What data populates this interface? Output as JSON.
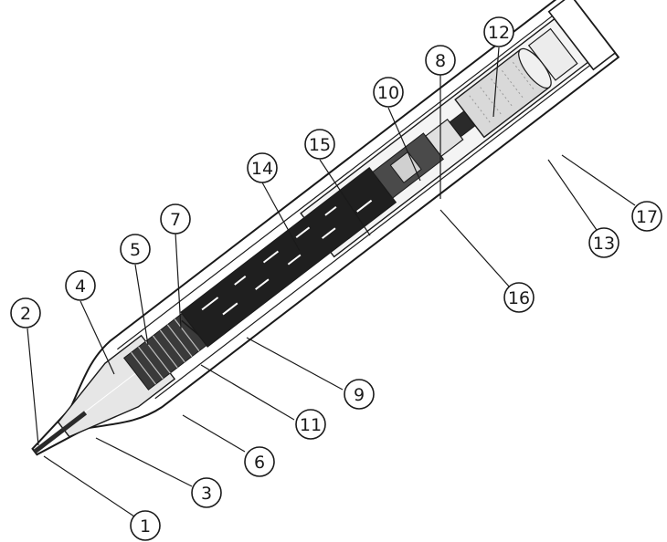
{
  "callouts": [
    {
      "id": 1,
      "label": "1"
    },
    {
      "id": 2,
      "label": "2"
    },
    {
      "id": 3,
      "label": "3"
    },
    {
      "id": 4,
      "label": "4"
    },
    {
      "id": 5,
      "label": "5"
    },
    {
      "id": 6,
      "label": "6"
    },
    {
      "id": 7,
      "label": "7"
    },
    {
      "id": 8,
      "label": "8"
    },
    {
      "id": 9,
      "label": "9"
    },
    {
      "id": 10,
      "label": "10"
    },
    {
      "id": 11,
      "label": "11"
    },
    {
      "id": 12,
      "label": "12"
    },
    {
      "id": 13,
      "label": "13"
    },
    {
      "id": 14,
      "label": "14"
    },
    {
      "id": 15,
      "label": "15"
    },
    {
      "id": 16,
      "label": "16"
    },
    {
      "id": 17,
      "label": "17"
    }
  ],
  "colors": {
    "ink": "#1a1a1a",
    "paper": "#ffffff",
    "shade": "#2a2a2a",
    "mid": "#9a9a9a",
    "light": "#e6e6e6"
  }
}
